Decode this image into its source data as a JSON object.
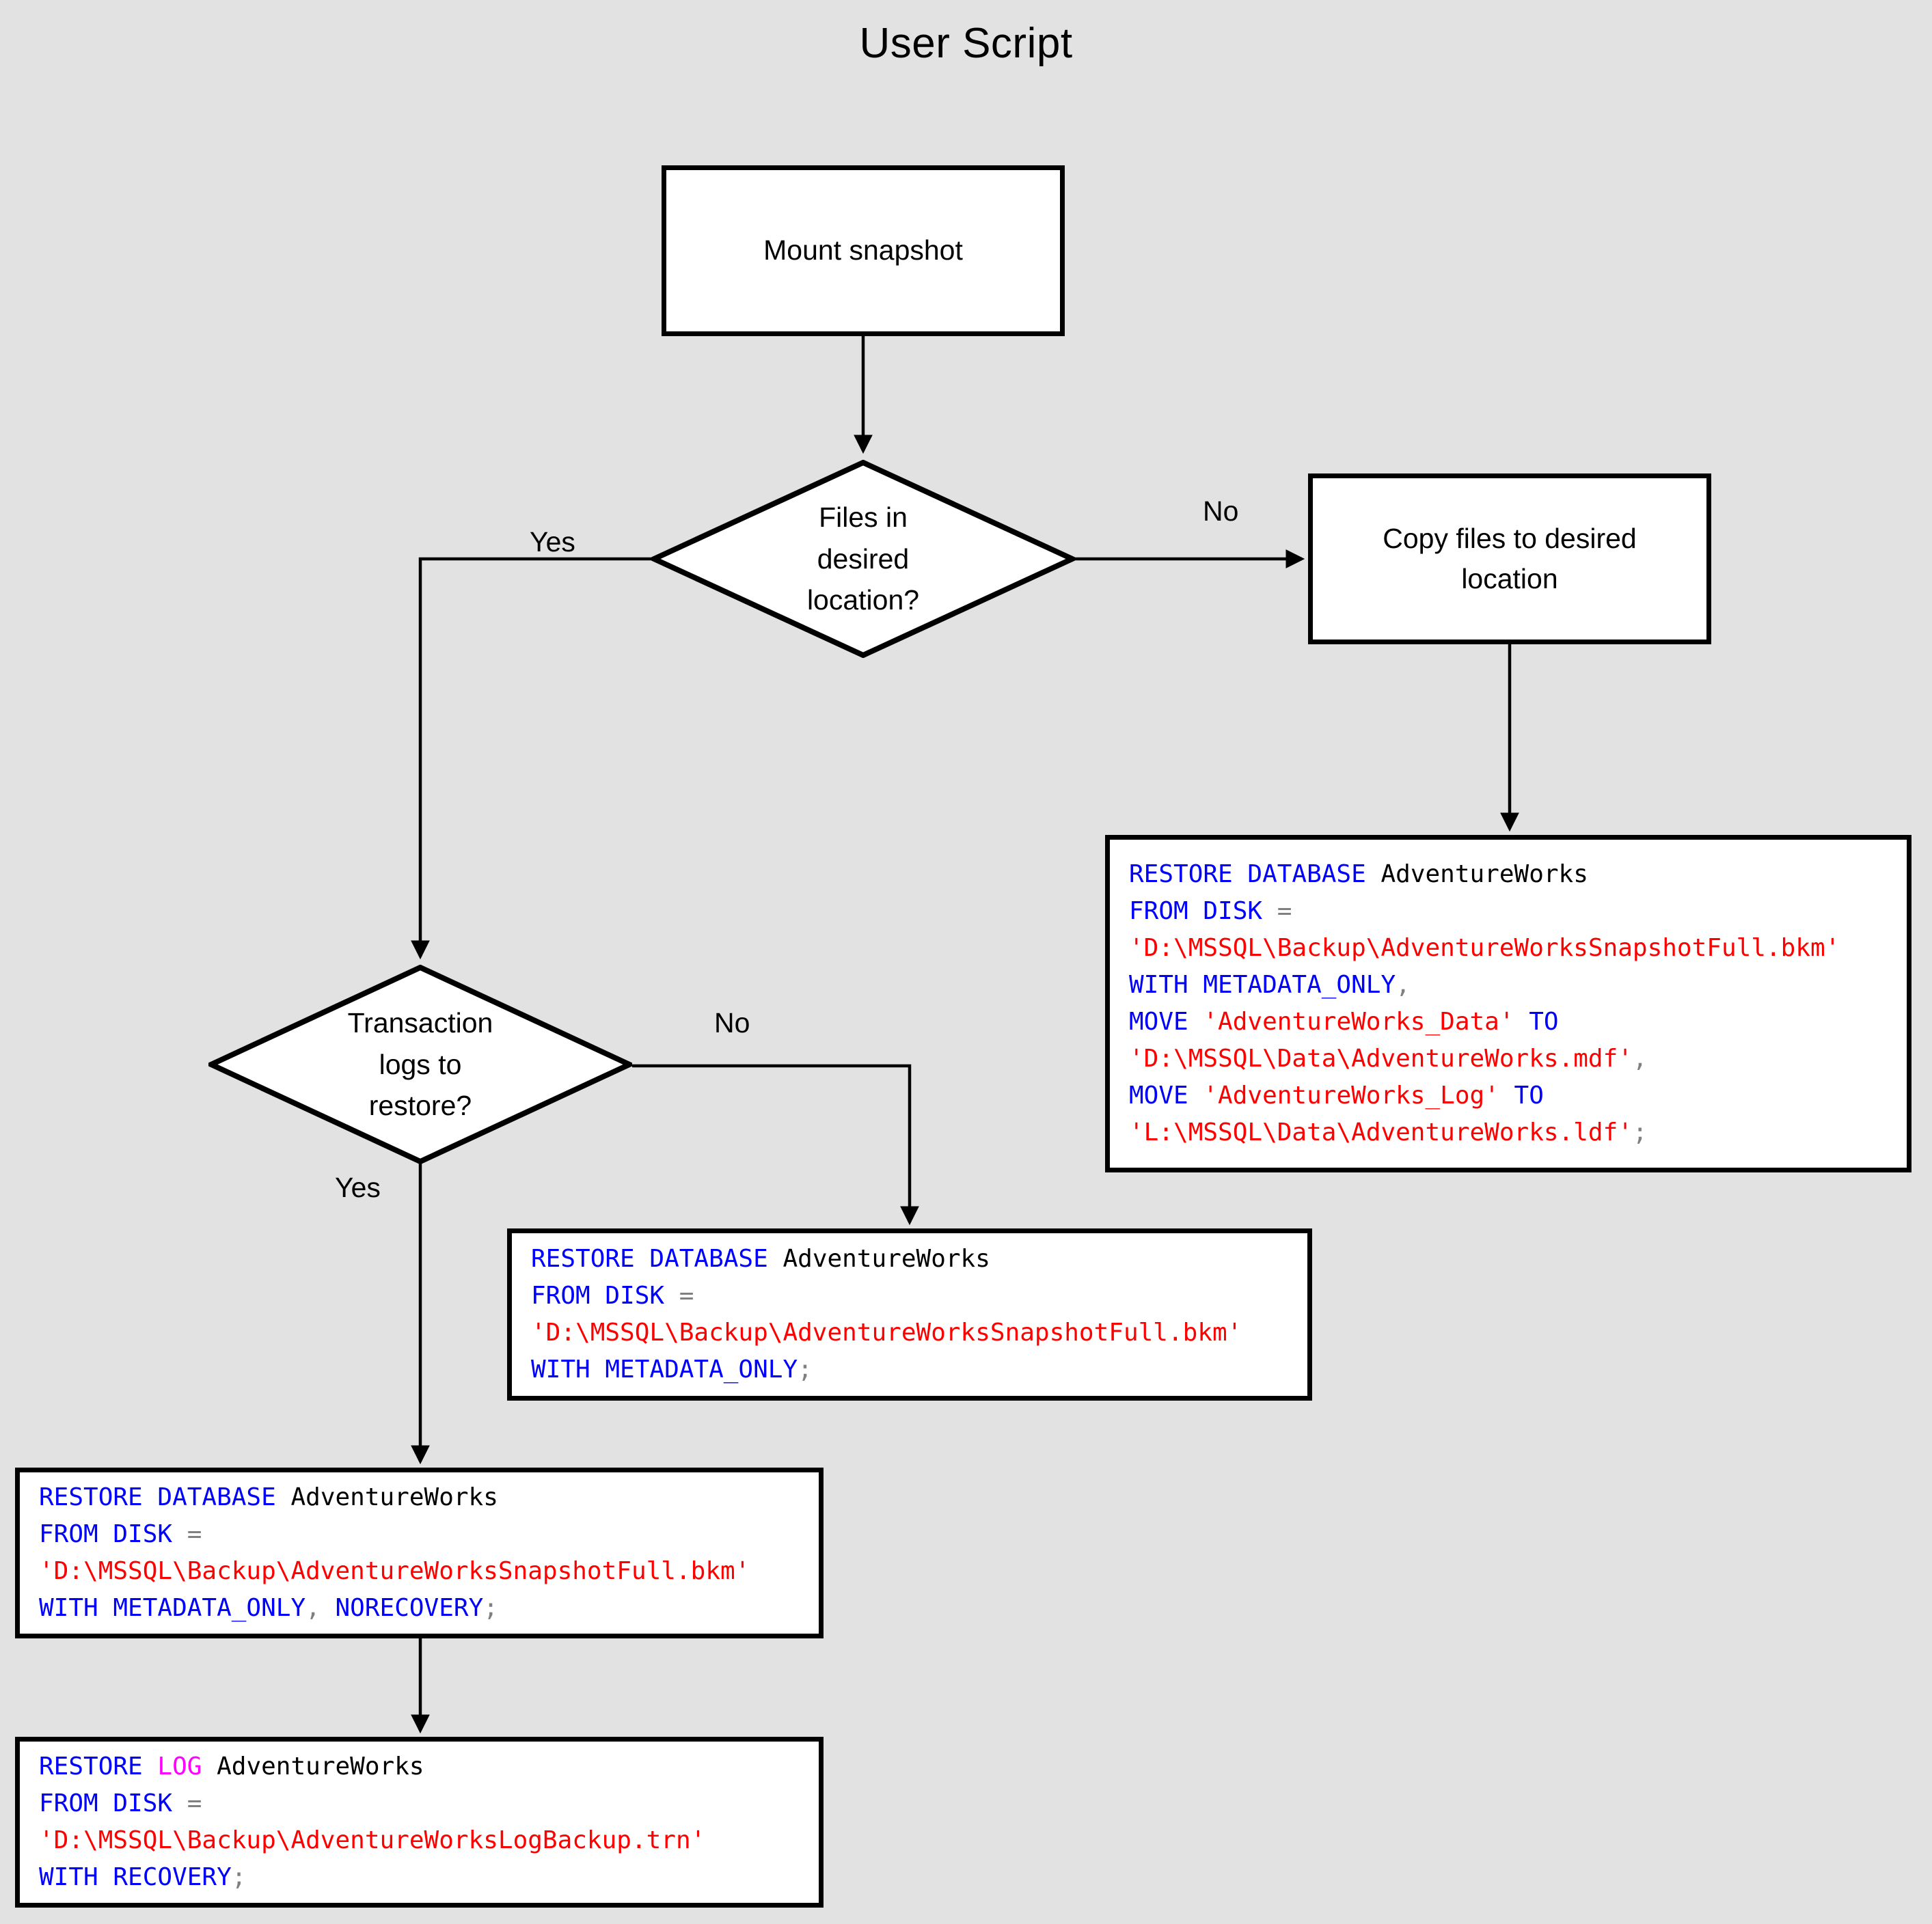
{
  "page": {
    "title": "User Script",
    "background_color": "#e2e2e2"
  },
  "colors": {
    "keyword": "#0000ff",
    "string": "#ff0000",
    "punctuation": "#808080",
    "log_keyword": "#ff00ff",
    "object": "#000000",
    "node_border": "#000000",
    "node_fill": "#ffffff"
  },
  "nodes": {
    "mount_snapshot": {
      "label": "Mount snapshot"
    },
    "files_in_desired_location": {
      "label": "Files in\ndesired\nlocation?"
    },
    "copy_files": {
      "label": "Copy files to desired location"
    },
    "transaction_logs": {
      "label": "Transaction\nlogs to\nrestore?"
    }
  },
  "edge_labels": {
    "files_yes": "Yes",
    "files_no": "No",
    "logs_no": "No",
    "logs_yes": "Yes"
  },
  "sql_blocks": {
    "restore_with_move": {
      "name": "restore-database-with-move",
      "lines": [
        [
          {
            "t": "RESTORE DATABASE ",
            "c": "kw"
          },
          {
            "t": "AdventureWorks",
            "c": "obj"
          }
        ],
        [
          {
            "t": "FROM DISK ",
            "c": "kw"
          },
          {
            "t": "=",
            "c": "op"
          }
        ],
        [
          {
            "t": "'D:\\MSSQL\\Backup\\AdventureWorksSnapshotFull.bkm'",
            "c": "str"
          }
        ],
        [
          {
            "t": "WITH METADATA_ONLY",
            "c": "kw"
          },
          {
            "t": ",",
            "c": "punc"
          }
        ],
        [
          {
            "t": "MOVE ",
            "c": "kw"
          },
          {
            "t": "'AdventureWorks_Data'",
            "c": "str"
          },
          {
            "t": " TO",
            "c": "kw"
          }
        ],
        [
          {
            "t": "'D:\\MSSQL\\Data\\AdventureWorks.mdf'",
            "c": "str"
          },
          {
            "t": ",",
            "c": "punc"
          }
        ],
        [
          {
            "t": "MOVE ",
            "c": "kw"
          },
          {
            "t": "'AdventureWorks_Log'",
            "c": "str"
          },
          {
            "t": " TO",
            "c": "kw"
          }
        ],
        [
          {
            "t": "'L:\\MSSQL\\Data\\AdventureWorks.ldf'",
            "c": "str"
          },
          {
            "t": ";",
            "c": "punc"
          }
        ]
      ]
    },
    "restore_metadata_only": {
      "name": "restore-database-metadata-only",
      "lines": [
        [
          {
            "t": "RESTORE DATABASE ",
            "c": "kw"
          },
          {
            "t": "AdventureWorks",
            "c": "obj"
          }
        ],
        [
          {
            "t": "FROM DISK ",
            "c": "kw"
          },
          {
            "t": "=",
            "c": "op"
          }
        ],
        [
          {
            "t": "'D:\\MSSQL\\Backup\\AdventureWorksSnapshotFull.bkm'",
            "c": "str"
          }
        ],
        [
          {
            "t": "WITH METADATA_ONLY",
            "c": "kw"
          },
          {
            "t": ";",
            "c": "punc"
          }
        ]
      ]
    },
    "restore_norecovery": {
      "name": "restore-database-norecovery",
      "lines": [
        [
          {
            "t": "RESTORE DATABASE ",
            "c": "kw"
          },
          {
            "t": "AdventureWorks",
            "c": "obj"
          }
        ],
        [
          {
            "t": "FROM DISK ",
            "c": "kw"
          },
          {
            "t": "=",
            "c": "op"
          }
        ],
        [
          {
            "t": "'D:\\MSSQL\\Backup\\AdventureWorksSnapshotFull.bkm'",
            "c": "str"
          }
        ],
        [
          {
            "t": "WITH METADATA_ONLY",
            "c": "kw"
          },
          {
            "t": ",",
            "c": "punc"
          },
          {
            "t": " NORECOVERY",
            "c": "kw"
          },
          {
            "t": ";",
            "c": "punc"
          }
        ]
      ]
    },
    "restore_log": {
      "name": "restore-log-recovery",
      "lines": [
        [
          {
            "t": "RESTORE ",
            "c": "kw"
          },
          {
            "t": "LOG",
            "c": "log"
          },
          {
            "t": " ",
            "c": "kw"
          },
          {
            "t": "AdventureWorks",
            "c": "obj"
          }
        ],
        [
          {
            "t": "FROM DISK ",
            "c": "kw"
          },
          {
            "t": "=",
            "c": "op"
          }
        ],
        [
          {
            "t": "'D:\\MSSQL\\Backup\\AdventureWorksLogBackup.trn'",
            "c": "str"
          }
        ],
        [
          {
            "t": "WITH RECOVERY",
            "c": "kw"
          },
          {
            "t": ";",
            "c": "punc"
          }
        ]
      ]
    }
  }
}
